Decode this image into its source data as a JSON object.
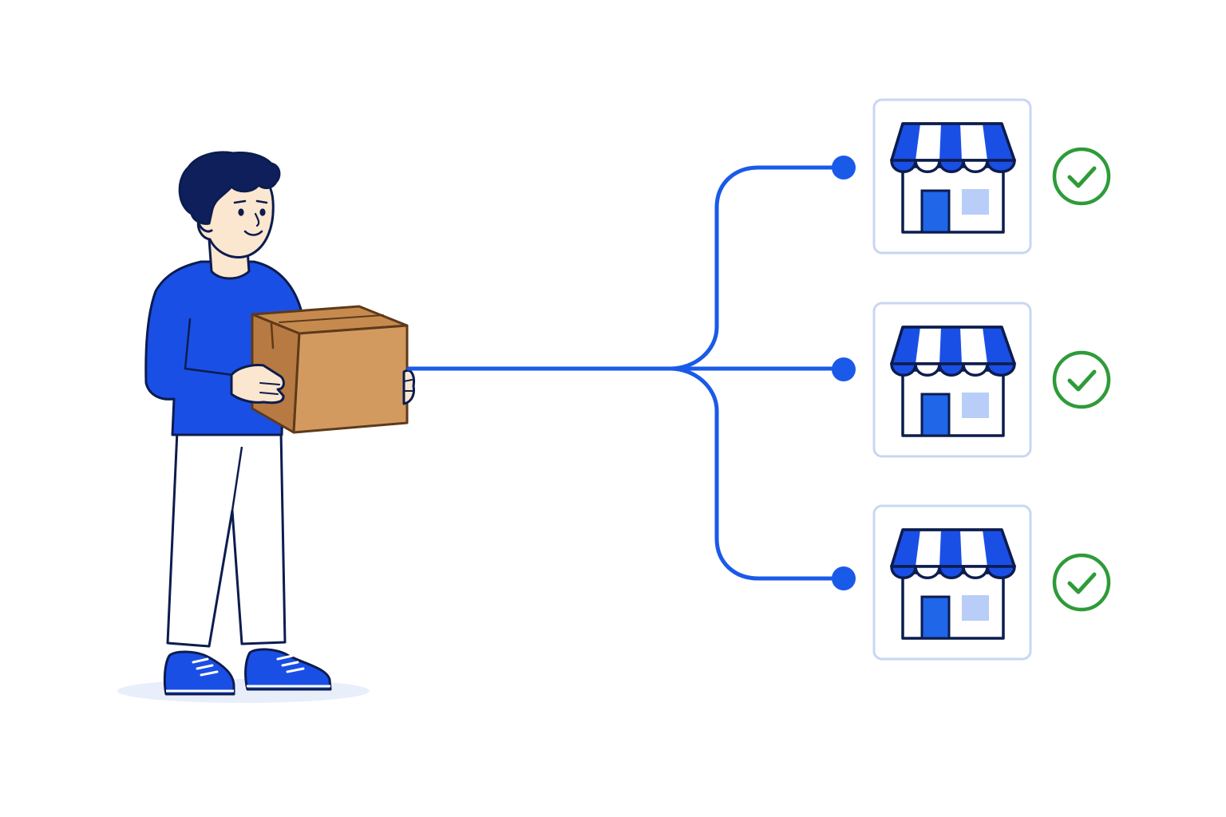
{
  "diagram": {
    "kind": "one-to-many distribution",
    "source": {
      "person-icon": "person-holding-box-icon",
      "item": "package-box-icon"
    },
    "destinations": [
      {
        "icon": "storefront-icon",
        "status": "delivered",
        "status_icon": "check-circle-icon"
      },
      {
        "icon": "storefront-icon",
        "status": "delivered",
        "status_icon": "check-circle-icon"
      },
      {
        "icon": "storefront-icon",
        "status": "delivered",
        "status_icon": "check-circle-icon"
      }
    ]
  },
  "colors": {
    "primary_blue": "#1a4fe6",
    "line_blue": "#1a5ae8",
    "outline_navy": "#0c1c4e",
    "hair_navy": "#0e1f5c",
    "skin": "#fbe6cf",
    "box_brown": "#d39a60",
    "box_outline": "#5e3a1a",
    "card_border": "#c9d6f3",
    "window_light_blue": "#b8cdf7",
    "check_green": "#2e9b38",
    "shadow": "#e9eefb"
  }
}
